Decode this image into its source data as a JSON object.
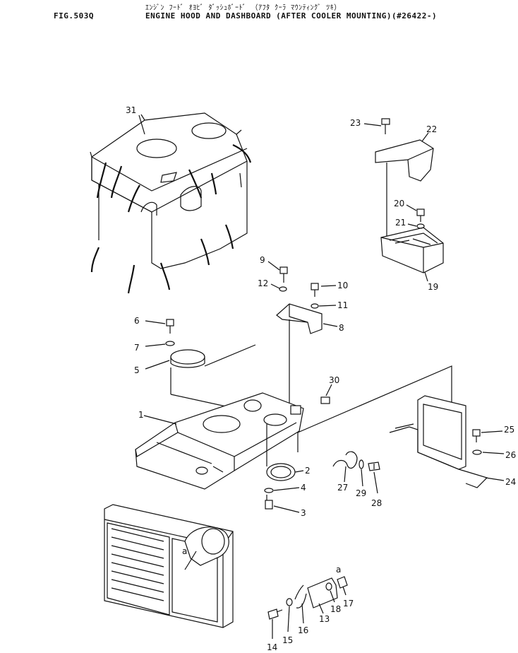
{
  "header": {
    "figure_number": "FIG.503Q",
    "japanese_title": "ｴﾝｼﾞﾝ ﾌｰﾄﾞ ｵﾖﾋﾞ ﾀﾞｯｼｭﾎﾞｰﾄﾞ （ｱﾌﾀ ｸｰﾗ ﾏｳﾝﾃｨﾝｸﾞ ﾂｷ）",
    "title": "ENGINE HOOD AND DASHBOARD (AFTER COOLER MOUNTING)(#26422-)"
  },
  "callouts": [
    "1",
    "2",
    "3",
    "4",
    "5",
    "6",
    "7",
    "8",
    "9",
    "10",
    "11",
    "12",
    "13",
    "14",
    "15",
    "16",
    "17",
    "18",
    "19",
    "20",
    "21",
    "22",
    "23",
    "24",
    "25",
    "26",
    "27",
    "28",
    "29",
    "30",
    "31"
  ],
  "reference_marks": [
    "a",
    "a"
  ]
}
